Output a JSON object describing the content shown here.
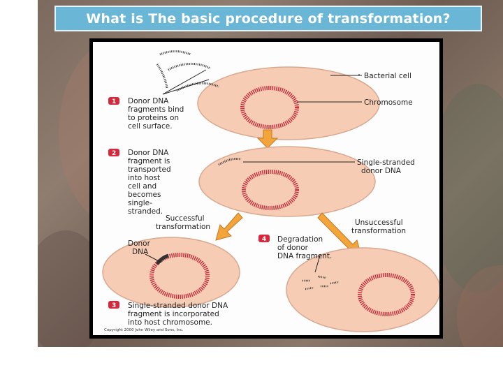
{
  "title": "What is The basic procedure of transformation?",
  "labels": {
    "bacterial_cell": "Bacterial cell",
    "chromosome": "Chromosome",
    "single_stranded": [
      "Single-stranded",
      "donor DNA"
    ],
    "successful": [
      "Successful",
      "transformation"
    ],
    "unsuccessful": [
      "Unsuccessful",
      "transformation"
    ],
    "donor_dna": [
      "Donor",
      "DNA"
    ]
  },
  "steps": [
    {
      "number": "1",
      "lines": [
        "Donor DNA",
        "fragments bind",
        "to proteins on",
        "cell surface."
      ]
    },
    {
      "number": "2",
      "lines": [
        "Donor DNA",
        "fragment is",
        "transported",
        "into host",
        "cell and",
        "becomes",
        "single-",
        "stranded."
      ]
    },
    {
      "number": "3",
      "lines": [
        "Single-stranded donor DNA",
        "fragment is incorporated",
        "into host chromosome."
      ]
    },
    {
      "number": "4",
      "lines": [
        "Degradation",
        "of donor",
        "DNA fragment."
      ]
    }
  ],
  "copyright": "Copyright 2000 John Wiley and Sons, Inc.",
  "colors": {
    "title_bar": "#69b6d6",
    "cell": "#f6cdb4",
    "chromosome": "#c8293a",
    "arrow": "#f3a43b",
    "badge": "#d8263a"
  }
}
